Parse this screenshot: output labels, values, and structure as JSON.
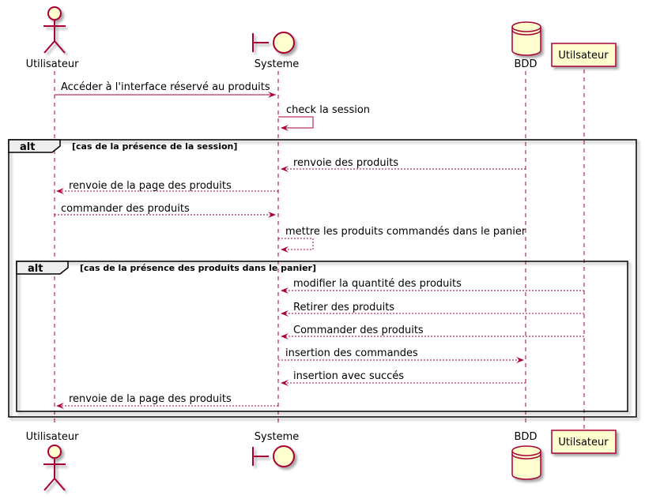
{
  "participants": {
    "utilisateur": {
      "label": "Utilisateur",
      "kind": "actor"
    },
    "systeme": {
      "label": "Systeme",
      "kind": "boundary"
    },
    "bdd": {
      "label": "BDD",
      "kind": "database"
    },
    "utilsateur": {
      "label": "Utilsateur",
      "kind": "participant"
    }
  },
  "frames": {
    "outer": {
      "keyword": "alt",
      "condition": "[cas de la présence de la session]"
    },
    "inner": {
      "keyword": "alt",
      "condition": "[cas de la présence des produits dans le panier]"
    }
  },
  "messages": [
    {
      "text": "Accéder à l'interface réservé au produits",
      "from": "utilisateur",
      "to": "systeme",
      "style": "solid"
    },
    {
      "text": "check la session",
      "from": "systeme",
      "to": "systeme",
      "style": "solid"
    },
    {
      "text": "renvoie des produits",
      "from": "bdd",
      "to": "systeme",
      "style": "dashed"
    },
    {
      "text": "renvoie de la page des produits",
      "from": "systeme",
      "to": "utilisateur",
      "style": "dashed"
    },
    {
      "text": "commander des produits",
      "from": "utilisateur",
      "to": "systeme",
      "style": "dashed"
    },
    {
      "text": "mettre les produits commandés dans le panier",
      "from": "systeme",
      "to": "systeme",
      "style": "dashed"
    },
    {
      "text": "modifier la quantité des produits",
      "from": "utilsateur",
      "to": "systeme",
      "style": "dashed"
    },
    {
      "text": "Retirer des produits",
      "from": "utilsateur",
      "to": "systeme",
      "style": "dashed"
    },
    {
      "text": "Commander des produits",
      "from": "utilsateur",
      "to": "systeme",
      "style": "dashed"
    },
    {
      "text": "insertion des commandes",
      "from": "systeme",
      "to": "bdd",
      "style": "dashed"
    },
    {
      "text": "insertion avec succés",
      "from": "bdd",
      "to": "systeme",
      "style": "dashed"
    },
    {
      "text": "renvoie de la page des produits",
      "from": "systeme",
      "to": "utilisateur",
      "style": "dashed"
    }
  ],
  "colors": {
    "stroke": "#A80036",
    "fill": "#FEFECE",
    "frame_header": "#EEEEEE"
  }
}
